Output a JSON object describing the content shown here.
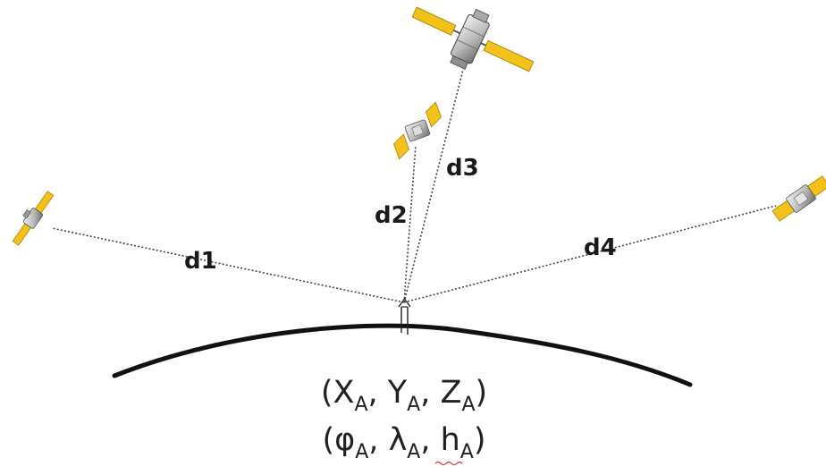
{
  "labels": {
    "d1": "d1",
    "d2": "d2",
    "d3": "d3",
    "d4": "d4"
  },
  "coordinates": {
    "cartesian": "(X_A, Y_A, Z_A)",
    "geodetic": "(φ_A, λ_A, h_A)"
  },
  "colors": {
    "panel": "#f2c21a",
    "body": "#c9c9c9",
    "earth": "#111111"
  }
}
